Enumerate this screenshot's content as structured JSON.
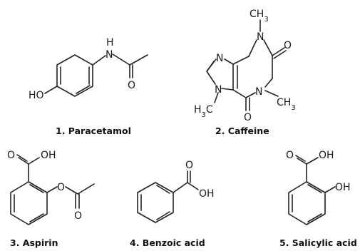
{
  "molecules": [
    {
      "caption": "1. Paracetamol",
      "labels": {
        "hydroxyl": "HO",
        "amide_n": "N",
        "amide_h": "H",
        "carbonyl_o": "O"
      }
    },
    {
      "caption": "2. Caffeine",
      "labels": {
        "n_top": "N",
        "n_right": "N",
        "n_left_top": "N",
        "n_left_bottom": "N",
        "o_right": "O",
        "o_bottom": "O",
        "methyl_top": "CH3",
        "methyl_right": "CH3",
        "methyl_left": "H3C"
      }
    },
    {
      "caption": "3. Aspirin",
      "labels": {
        "acid_o": "O",
        "acid_oh": "OH",
        "ester_o": "O",
        "ester_carbonyl_o": "O"
      }
    },
    {
      "caption": "4. Benzoic acid",
      "labels": {
        "carbonyl_o": "O",
        "hydroxyl": "OH"
      }
    },
    {
      "caption": "5. Salicylic acid",
      "labels": {
        "carbonyl_o": "O",
        "acid_oh": "OH",
        "ring_oh": "OH"
      }
    }
  ]
}
